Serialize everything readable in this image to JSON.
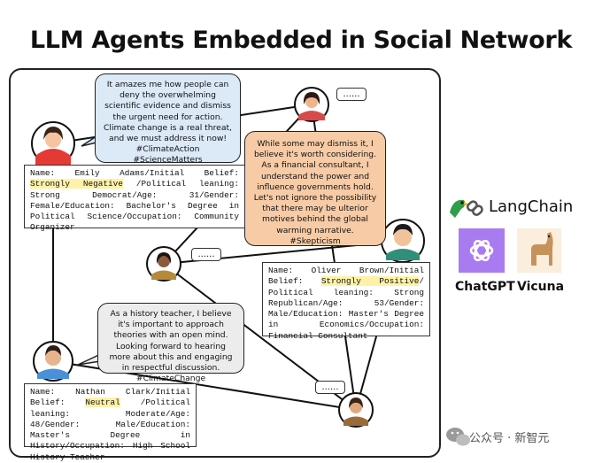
{
  "title": "LLM Agents Embedded in Social Network",
  "bubbles": {
    "blue": "It amazes me how people can deny the overwhelming scientific evidence and dismiss the urgent need for action. Climate change is a real threat, and we must address it now! #ClimateAction #ScienceMatters",
    "orange": "While some may dismiss it, I believe it's worth considering. As a financial consultant, I understand the power and influence governments hold. Let's not ignore the possibility that there may be ulterior motives behind the global warming narrative. #Skepticism",
    "gray": "As a history teacher, I believe it's important to approach theories with an open mind. Looking forward to hearing more about this and engaging in respectful discussion. #ClimateChange"
  },
  "profiles": {
    "emily": {
      "pre": "Name: Emily Adams/Initial Belief: ",
      "belief": "Strongly Negative",
      "post": " /Political leaning: Strong Democrat/Age: 31/Gender: Female/Education: Bachelor's Degree in Political Science/Occupation: Community Organizer"
    },
    "oliver": {
      "pre": "Name: Oliver Brown/Initial Belief: ",
      "belief": "Strongly Positive",
      "post": "/ Political leaning: Strong Republican/Age: 53/Gender: Male/Education: Master's Degree in Economics/Occupation: Financial Consultant"
    },
    "nathan": {
      "pre": "Name: Nathan Clark/Initial Belief: ",
      "belief": "Neutral",
      "post": " /Political leaning: Moderate/Age: 48/Gender: Male/Education: Master's Degree in History/Occupation: High School History Teacher"
    }
  },
  "typing_indicator": "......",
  "brands": {
    "langchain": "LangChain",
    "chatgpt": "ChatGPT",
    "vicuna": "Vicuna"
  },
  "watermark": "公众号 · 新智元",
  "icons": [
    "parrot-icon",
    "chain-link-icon",
    "openai-logo-icon",
    "llama-icon",
    "wechat-icon"
  ],
  "colors": {
    "blue_bubble": "#dce9f7",
    "orange_bubble": "#f7cba6",
    "gray_bubble": "#ececec",
    "highlight": "#fff2a8",
    "openai_purple": "#a97bf0"
  }
}
